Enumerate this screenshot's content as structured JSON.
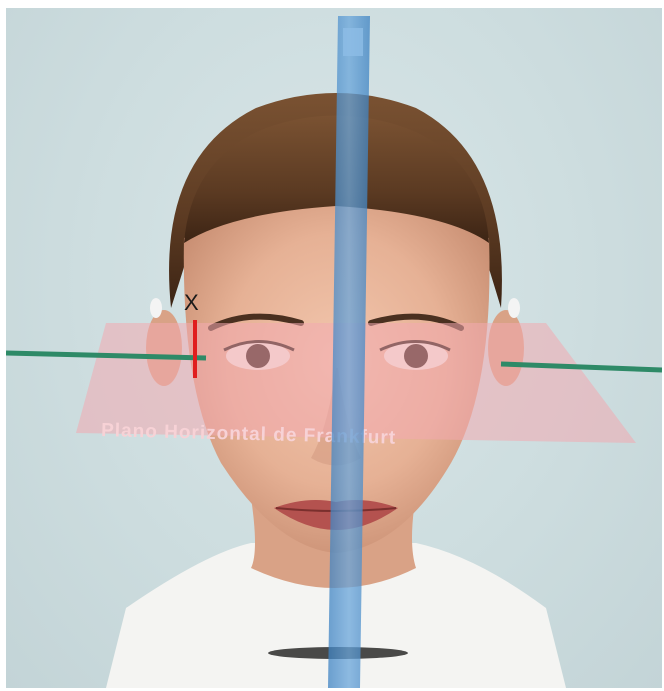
{
  "figure": {
    "plane_label": "Plano Horizontal de Frankfurt",
    "marker_label": "X",
    "colors": {
      "background": "#cfdfe2",
      "horizontal_plane": "#f2a9b0",
      "horizontal_line": "#2e8a67",
      "vertical_plane": "#4d8fca",
      "measure_mark": "#e01e1e",
      "hair": "#5b3a22",
      "skin": "#e9b79c"
    },
    "icons": [
      "face-icon",
      "vertical-plane",
      "horizontal-plane"
    ]
  }
}
